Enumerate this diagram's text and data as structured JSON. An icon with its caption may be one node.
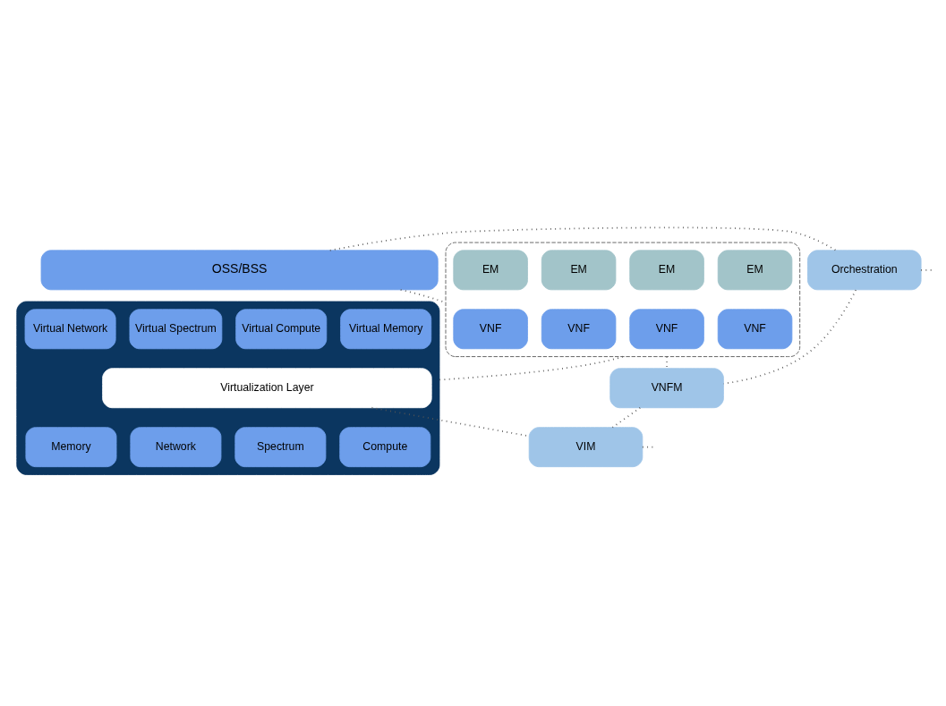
{
  "diagram": {
    "nodes": [
      {
        "text": [
          "OSS/BSS"
        ]
      },
      {
        "text": [
          "Orchestration"
        ]
      },
      {
        "text": [],
        "shape": "box"
      },
      {
        "text": [
          "EM"
        ],
        "in": 2
      },
      {
        "text": [
          "EM"
        ],
        "in": 2
      },
      {
        "text": [
          "EM"
        ],
        "in": 2
      },
      {
        "text": [
          "EM"
        ],
        "in": 2
      },
      {
        "text": [
          "VNF"
        ],
        "in": 2
      },
      {
        "text": [
          "VNF"
        ],
        "in": 2
      },
      {
        "text": [
          "VNF"
        ],
        "in": 2
      },
      {
        "text": [
          "VNF"
        ],
        "in": 2
      },
      {
        "text": [],
        "shape": "box"
      },
      {
        "text": [
          "Virtual Compute"
        ],
        "in": 11
      },
      {
        "text": [
          "Virtual Memory"
        ],
        "in": 11
      },
      {
        "text": [
          "Virtual Network"
        ],
        "in": 11
      },
      {
        "text": [
          "Virtual Spectrum"
        ],
        "in": 11
      },
      {
        "text": [
          "Virtualization Layer"
        ],
        "in": 11
      },
      {
        "text": [
          "Compute"
        ],
        "in": 11
      },
      {
        "text": [
          "Memory"
        ],
        "in": 11
      },
      {
        "text": [
          "Network"
        ],
        "in": 11
      },
      {
        "text": [
          "Spectrum"
        ],
        "in": 11
      },
      {
        "text": [
          "VNFM"
        ]
      },
      {
        "text": [
          "VIM"
        ]
      }
    ],
    "edges": [
      {
        "from": 0,
        "to": 1,
        "arrow": "none"
      },
      {
        "from": 1,
        "to": null,
        "arrow": "none"
      },
      {
        "from": 0,
        "to": 2,
        "arrow": "none"
      },
      {
        "from": 1,
        "to": 21,
        "arrow": "none"
      },
      {
        "from": 2,
        "to": 21,
        "arrow": "none"
      },
      {
        "from": 2,
        "to": 11,
        "arrow": "none"
      },
      {
        "from": 21,
        "to": 22,
        "arrow": "none"
      },
      {
        "from": 16,
        "to": 22,
        "arrow": "none"
      },
      {
        "from": 22,
        "to": null,
        "arrow": "none"
      }
    ]
  }
}
